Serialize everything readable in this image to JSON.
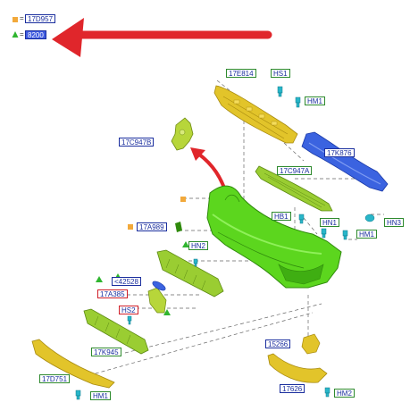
{
  "legend": {
    "items": [
      {
        "symbol": "square-icon",
        "color": "#f2a93b",
        "equals": "=",
        "code": "17D957"
      },
      {
        "symbol": "triangle-icon",
        "color": "#2fb52f",
        "equals": "=",
        "code": "8200"
      }
    ]
  },
  "colors": {
    "bumper_cover": "#5cd61e",
    "reinforcement": "#3b63e0",
    "yellow_parts": "#e2c42a",
    "olive_parts": "#9acd32",
    "arrow": "#e0262b",
    "clip": "#29b6c9",
    "leader": "#555555"
  },
  "labels": [
    {
      "key": "17E814",
      "text": "17E814"
    },
    {
      "key": "HS1",
      "text": "HS1"
    },
    {
      "key": "HM1_top",
      "text": "HM1"
    },
    {
      "key": "17C947B",
      "text": "17C947B"
    },
    {
      "key": "17K876",
      "text": "17K876"
    },
    {
      "key": "17C947A",
      "text": "17C947A"
    },
    {
      "key": "HB1",
      "text": "HB1"
    },
    {
      "key": "HN1",
      "text": "HN1"
    },
    {
      "key": "HN3",
      "text": "HN3"
    },
    {
      "key": "HM1_right",
      "text": "HM1"
    },
    {
      "key": "17A989",
      "text": "17A989"
    },
    {
      "key": "HN2",
      "text": "HN2"
    },
    {
      "key": "42528",
      "text": "<42528"
    },
    {
      "key": "17A385",
      "text": "17A385"
    },
    {
      "key": "HS2",
      "text": "HS2"
    },
    {
      "key": "17K945",
      "text": "17K945"
    },
    {
      "key": "15266",
      "text": "15266"
    },
    {
      "key": "17D751",
      "text": "17D751"
    },
    {
      "key": "17626",
      "text": "17626"
    },
    {
      "key": "HM1_bottom",
      "text": "HM1"
    },
    {
      "key": "HM2",
      "text": "HM2"
    }
  ]
}
